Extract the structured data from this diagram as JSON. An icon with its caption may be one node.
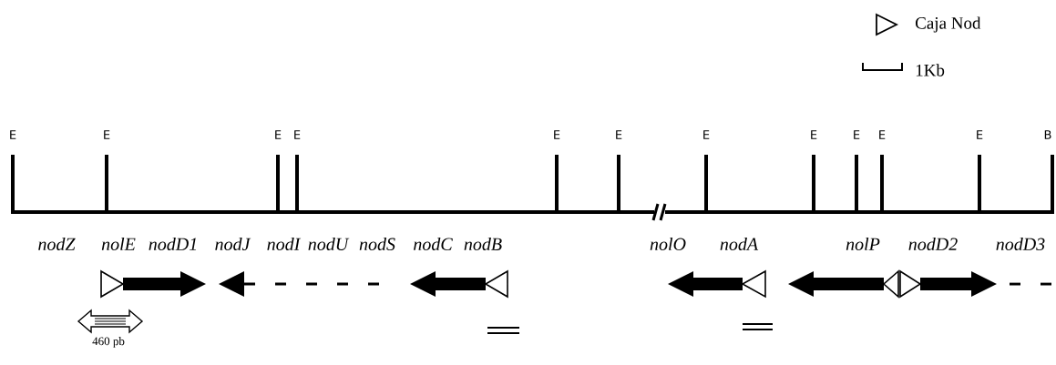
{
  "diagram": {
    "labels": [
      "E",
      "E",
      "E",
      "E",
      "E",
      "E",
      "E",
      "E",
      "E",
      "E",
      "E",
      "B",
      "nodZ",
      "nolE",
      "nodD1",
      "nodJ",
      "nodI",
      "nodU",
      "nodS",
      "nodC",
      "nodB",
      "nolO",
      "nodA",
      "nolP",
      "nodD2",
      "nodD3",
      "460 pb"
    ],
    "legend": [
      {
        "text": "Caja Nod"
      },
      {
        "text": "1Kb"
      }
    ]
  }
}
